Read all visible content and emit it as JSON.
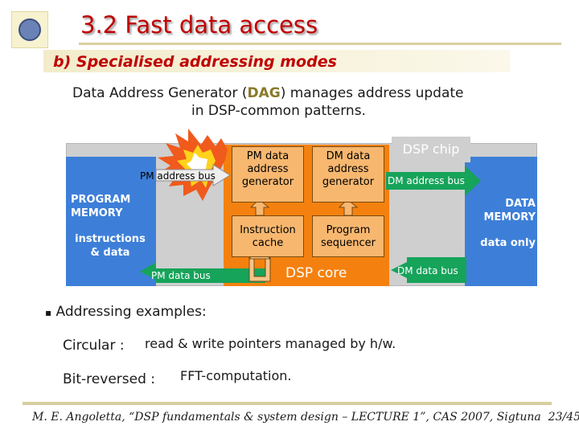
{
  "title": "3.2 Fast data access",
  "subtitle": "b) Specialised addressing modes",
  "intro": {
    "line1_before": "Data Address Generator (",
    "line1_dag": "DAG",
    "line1_after": ") manages address update",
    "line2": "in DSP-common patterns."
  },
  "diagram": {
    "dsp_chip": "DSP chip",
    "dsp_core": "DSP core",
    "program_memory": [
      "PROGRAM",
      "MEMORY"
    ],
    "instructions": [
      "instructions",
      "& data"
    ],
    "data_memory": [
      "DATA",
      "MEMORY"
    ],
    "data_only": "data only",
    "pm_data_gen": [
      "PM data",
      "address",
      "generator"
    ],
    "dm_data_gen": [
      "DM data",
      "address",
      "generator"
    ],
    "instruction_cache": [
      "Instruction",
      "cache"
    ],
    "program_sequencer": [
      "Program",
      "sequencer"
    ],
    "pm_address_bus": "PM address bus",
    "dm_address_bus": "DM address bus",
    "pm_data_bus": "PM data bus",
    "dm_data_bus": "DM data bus"
  },
  "addressing": {
    "heading": "Addressing examples:",
    "circular_label": "Circular :",
    "circular_text": "read & write pointers managed by h/w.",
    "bitrev_label": "Bit-reversed :",
    "bitrev_text": "FFT-computation."
  },
  "footer": "M. E. Angoletta, “DSP fundamentals & system design – LECTURE 1”, CAS 2007, Sigtuna",
  "page_number": "23/45",
  "colors": {
    "title_red": "#c00000",
    "memory_blue": "#3d7fd8",
    "core_orange": "#f4810f",
    "bus_green": "#16a35a"
  }
}
